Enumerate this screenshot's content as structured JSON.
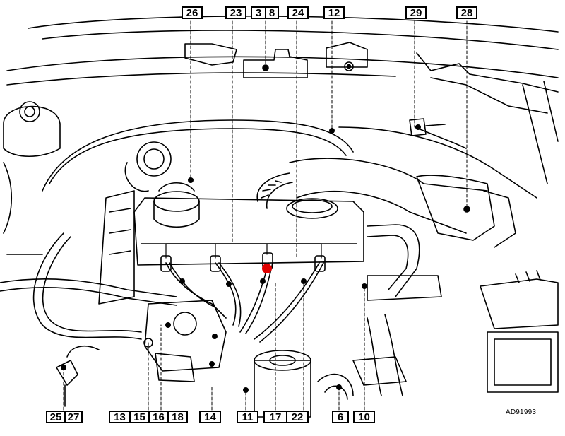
{
  "labels_top": [
    {
      "id": "l26",
      "text": "26"
    },
    {
      "id": "l23",
      "text": "23"
    },
    {
      "id": "l3",
      "text": "3"
    },
    {
      "id": "l8",
      "text": "8"
    },
    {
      "id": "l24",
      "text": "24"
    },
    {
      "id": "l12",
      "text": "12"
    },
    {
      "id": "l29",
      "text": "29"
    },
    {
      "id": "l28",
      "text": "28"
    }
  ],
  "labels_bottom": [
    {
      "id": "l25",
      "text": "25"
    },
    {
      "id": "l27",
      "text": "27"
    },
    {
      "id": "l13",
      "text": "13"
    },
    {
      "id": "l15",
      "text": "15"
    },
    {
      "id": "l16",
      "text": "16"
    },
    {
      "id": "l18",
      "text": "18"
    },
    {
      "id": "l14",
      "text": "14"
    },
    {
      "id": "l11",
      "text": "11"
    },
    {
      "id": "l17",
      "text": "17"
    },
    {
      "id": "l22",
      "text": "22"
    },
    {
      "id": "l6",
      "text": "6"
    },
    {
      "id": "l10",
      "text": "10"
    }
  ],
  "drawing_code": "AD91993",
  "colors": {
    "line": "#000000",
    "background": "#ffffff",
    "highlight_dot": "#e00000"
  }
}
